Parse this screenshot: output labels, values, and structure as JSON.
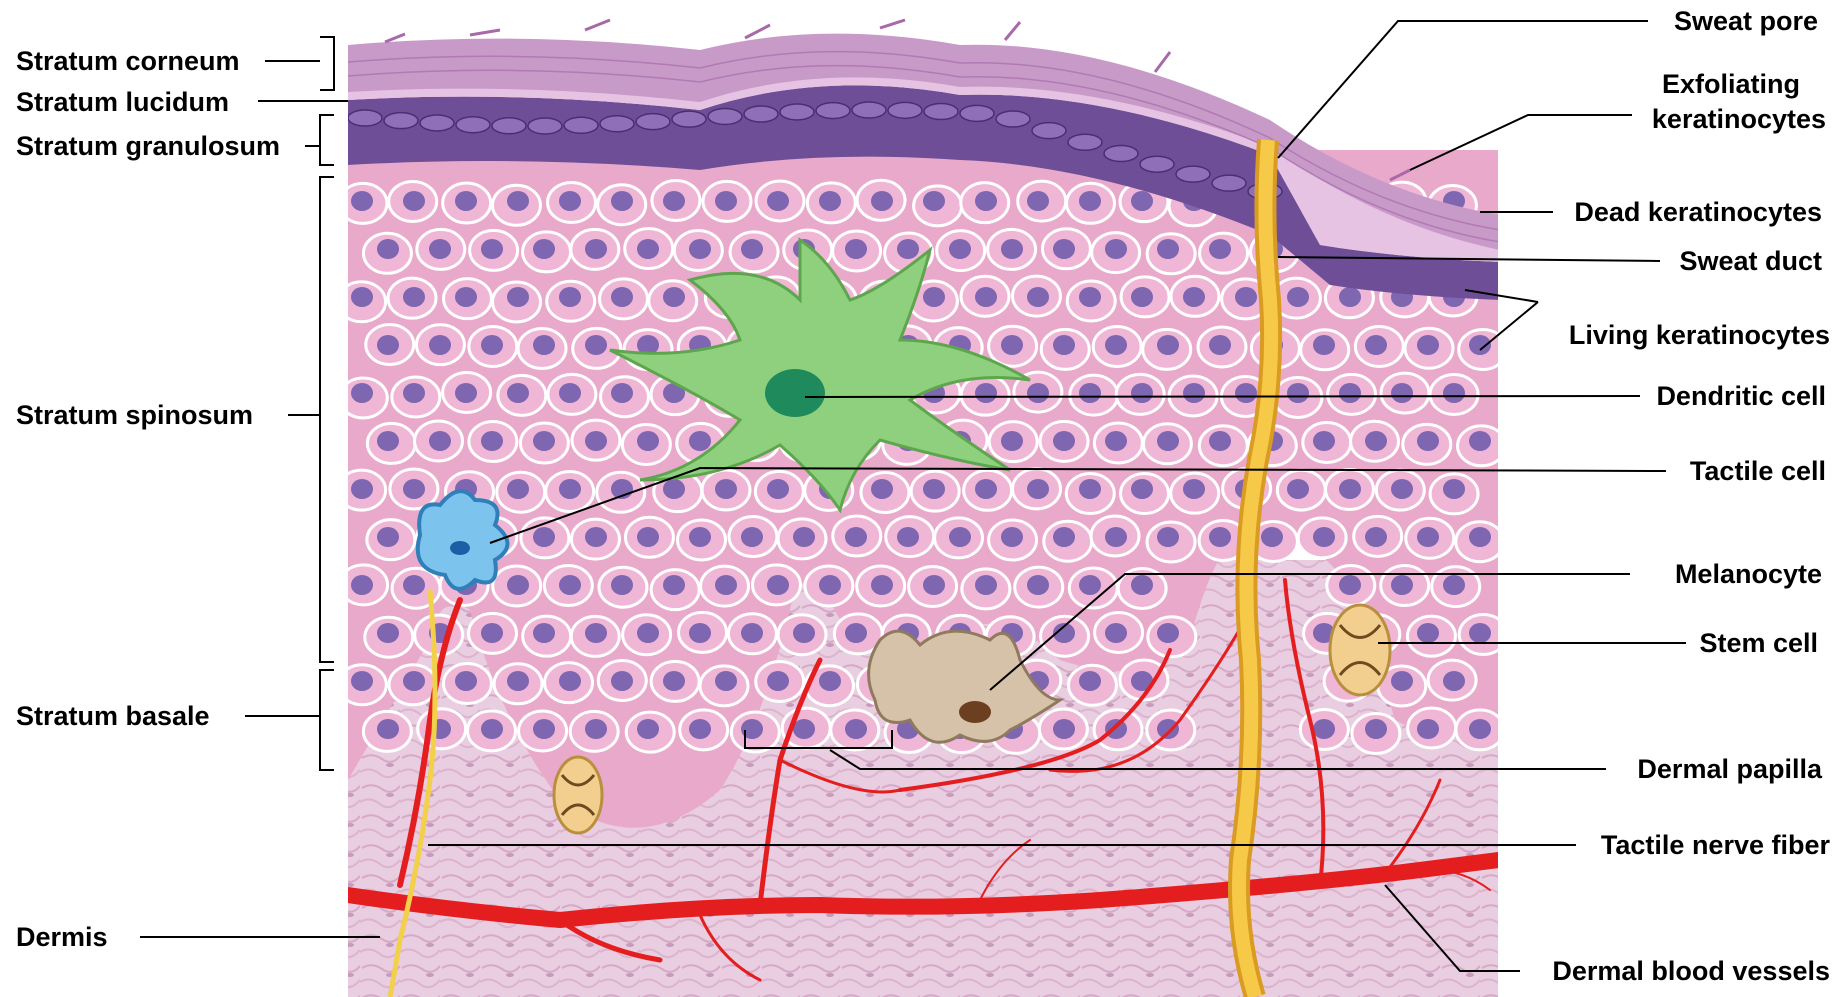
{
  "labels_left": {
    "stratum_corneum": "Stratum corneum",
    "stratum_lucidum": "Stratum lucidum",
    "stratum_granulosum": "Stratum granulosum",
    "stratum_spinosum": "Stratum spinosum",
    "stratum_basale": "Stratum basale",
    "dermis": "Dermis"
  },
  "labels_right": {
    "sweat_pore": "Sweat pore",
    "exfoliating_line1": "Exfoliating",
    "exfoliating_line2": "keratinocytes",
    "dead_keratinocytes": "Dead keratinocytes",
    "sweat_duct": "Sweat duct",
    "living_keratinocytes": "Living keratinocytes",
    "dendritic_cell": "Dendritic cell",
    "tactile_cell": "Tactile cell",
    "melanocyte": "Melanocyte",
    "stem_cell": "Stem cell",
    "dermal_papilla": "Dermal papilla",
    "tactile_nerve_fiber": "Tactile nerve fiber",
    "dermal_blood_vessels": "Dermal blood vessels"
  },
  "colors": {
    "corneum": "#c89ac8",
    "granulosum_cell": "#7a5a9e",
    "spinosum_cell": "#f0b6d6",
    "nucleus": "#7f66b0",
    "dermis": "#e7c9df",
    "dendritic": "#8fd07e",
    "tactile": "#7cc4ee",
    "melanocyte": "#d6c2a8",
    "stem": "#f2cf8e",
    "sweat_duct": "#f5c242",
    "blood_vessel": "#e41e1e"
  }
}
